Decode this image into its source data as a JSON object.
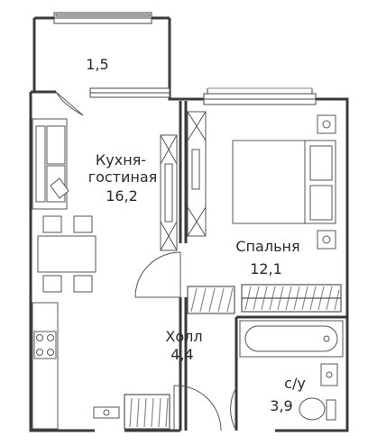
{
  "rooms": {
    "balcony": {
      "area": "1,5"
    },
    "kitchen_living": {
      "name_line1": "Кухня-",
      "name_line2": "гостиная",
      "area": "16,2"
    },
    "bedroom": {
      "name": "Спальня",
      "area": "12,1"
    },
    "hall": {
      "name": "Холл",
      "area": "4,4"
    },
    "bathroom": {
      "name": "с/у",
      "area": "3,9"
    }
  },
  "colors": {
    "wall": "#3a3a3a",
    "line": "#555555",
    "hatch": "#8a8a8a"
  }
}
